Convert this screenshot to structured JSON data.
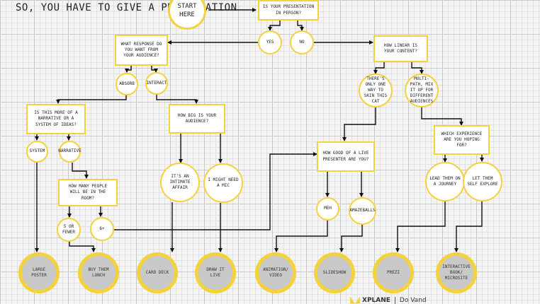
{
  "title": "SO, YOU HAVE TO GIVE A PRESENTATION",
  "nodes": {
    "start": "START HERE",
    "in_person": "IS YOUR PRESENTATION IN PERSON?",
    "yes": "YES",
    "no": "NO",
    "what_response": "WHAT RESPONSE DO YOU WANT FROM YOUR AUDIENCE?",
    "absorb": "ABSORB",
    "interact": "INTERACT",
    "how_linear": "HOW LINEAR IS YOUR CONTENT?",
    "only_one_way": "THERE'S ONLY ONE WAY TO SKIN THIS CAT",
    "multi_path": "MULTI-PATH, MIX IT UP FOR DIFFERENT AUDIENCES",
    "narrative_q": "IS THIS MORE OF A NARRATIVE OR A SYSTEM OF IDEAS?",
    "system": "SYSTEM",
    "narrative": "NARRATIVE",
    "how_big": "HOW BIG IS YOUR AUDIENCE?",
    "intimate": "IT'S AN INTIMATE AFFAIR",
    "need_mic": "I MIGHT NEED A MIC",
    "which_experience": "WHICH EXPERIENCE ARE YOU HOPING FOR?",
    "lead_them": "LEAD THEM ON A JOURNEY",
    "let_them": "LET THEM SELF EXPLORE",
    "how_good": "HOW GOOD OF A LIVE PRESENTER ARE YOU?",
    "meh": "MEH",
    "amazeballs": "AMAZEBALLS",
    "how_many": "HOW MANY PEOPLE WILL BE IN THE ROOM?",
    "five_or_fewer": "5 OR FEWER",
    "six_plus": "6+"
  },
  "results": {
    "large_poster": "LARGE POSTER",
    "buy_lunch": "BUY THEM LUNCH",
    "card_deck": "CARD DECK",
    "draw_live": "DRAW IT LIVE",
    "animation": "ANIMATION/ VIDEO",
    "slideshow": "SLIDESHOW",
    "prezi": "PREZI",
    "interactive": "INTERACTIVE BOOK/ MICROSITE"
  },
  "brand": {
    "name": "XPLANE",
    "tagline": "Do Vand"
  },
  "colors": {
    "accent": "#f4d23c",
    "line": "#111111",
    "result_fill": "#c9c9c9"
  }
}
